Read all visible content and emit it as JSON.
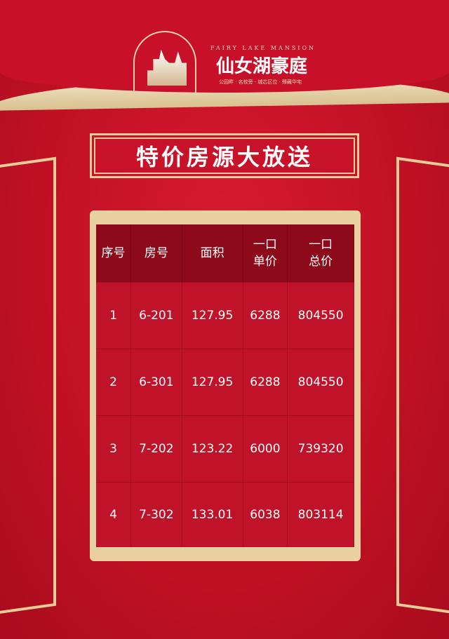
{
  "brand": {
    "english": "FAIRY LAKE MANSION",
    "name": "仙女湖豪庭",
    "tagline": "公园畔 · 名校旁 · 城芯区位 · 臻藏华宅"
  },
  "title": "特价房源大放送",
  "table": {
    "headers": [
      "序号",
      "房号",
      "面积",
      "一口\n单价",
      "一口\n总价"
    ],
    "rows": [
      [
        "1",
        "6-201",
        "127.95",
        "6288",
        "804550"
      ],
      [
        "2",
        "6-301",
        "127.95",
        "6288",
        "804550"
      ],
      [
        "3",
        "7-202",
        "123.22",
        "6000",
        "739320"
      ],
      [
        "4",
        "7-302",
        "133.01",
        "6038",
        "803114"
      ]
    ]
  },
  "colors": {
    "red": "#c8102a",
    "gold": "#e6cc98",
    "header": "#8c0a1a"
  }
}
